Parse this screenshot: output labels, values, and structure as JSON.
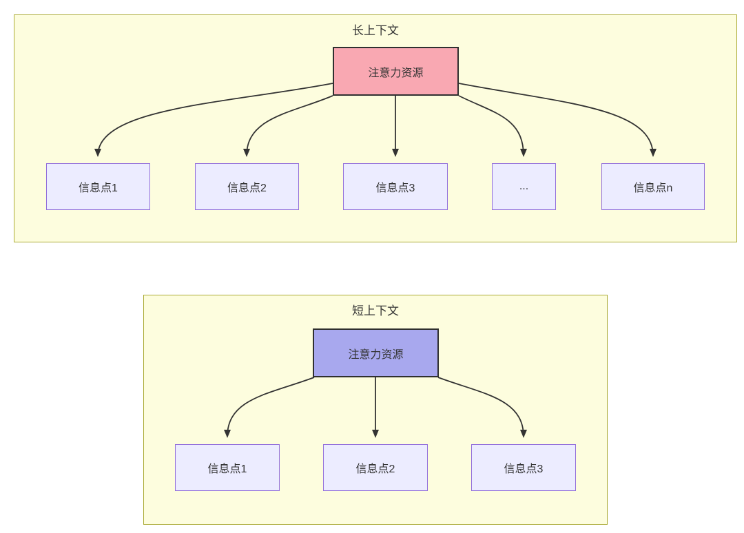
{
  "diagram_type": "flowchart",
  "long_context": {
    "title": "长上下文",
    "source_label": "注意力资源",
    "targets": [
      "信息点1",
      "信息点2",
      "信息点3",
      "...",
      "信息点n"
    ]
  },
  "short_context": {
    "title": "短上下文",
    "source_label": "注意力资源",
    "targets": [
      "信息点1",
      "信息点2",
      "信息点3"
    ]
  },
  "colors": {
    "container_fill": "#fdfdde",
    "container_border": "#aaaa33",
    "long_source_fill": "#f9a8b2",
    "short_source_fill": "#a8a8ee",
    "source_border": "#2f2f2f",
    "info_node_fill": "#ececff",
    "info_node_border": "#9370db",
    "arrow": "#333333",
    "text": "#333333",
    "page_background": "#ffffff"
  }
}
